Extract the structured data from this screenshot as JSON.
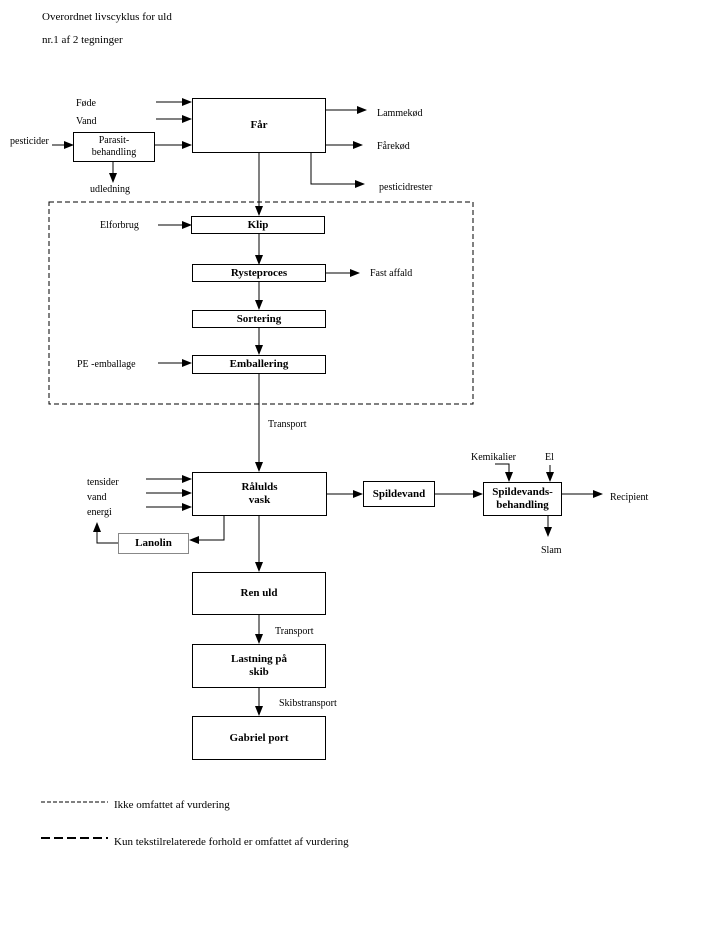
{
  "header": {
    "title": "Overordnet livscyklus for uld",
    "subtitle": "nr.1 af 2 tegninger"
  },
  "boxes": {
    "faar": "Får",
    "parasit_line1": "Parasit-",
    "parasit_line2": "behandling",
    "klip": "Klip",
    "rysteproces": "Rysteproces",
    "sortering": "Sortering",
    "emballering": "Emballering",
    "raaulds_line1": "Rålulds",
    "raaulds_line2": "vask",
    "lanolin": "Lanolin",
    "spildevand": "Spildevand",
    "spildevandsbeh_line1": "Spildevands-",
    "spildevandsbeh_line2": "behandling",
    "ren_uld": "Ren uld",
    "lastning_line1": "Lastning på",
    "lastning_line2": "skib",
    "gabriel": "Gabriel port"
  },
  "labels": {
    "foede": "Føde",
    "vand": "Vand",
    "pesticider": "pesticider",
    "udledning": "udledning",
    "lammekoed": "Lammekød",
    "faarekoed": "Fårekød",
    "pesticidrester": "pesticidrester",
    "elforbrug": "Elforbrug",
    "fast_affald": "Fast affald",
    "pe_emballage": "PE -emballage",
    "transport1": "Transport",
    "tensider": "tensider",
    "vand2": "vand",
    "energi": "energi",
    "kemikalier": "Kemikalier",
    "el": "El",
    "recipient": "Recipient",
    "slam": "Slam",
    "transport2": "Transport",
    "skibstransport": "Skibstransport"
  },
  "legend": {
    "dotted_text": "Ikke omfattet af vurdering",
    "dashed_text": "Kun tekstilrelaterede forhold er omfattet af vurdering"
  }
}
